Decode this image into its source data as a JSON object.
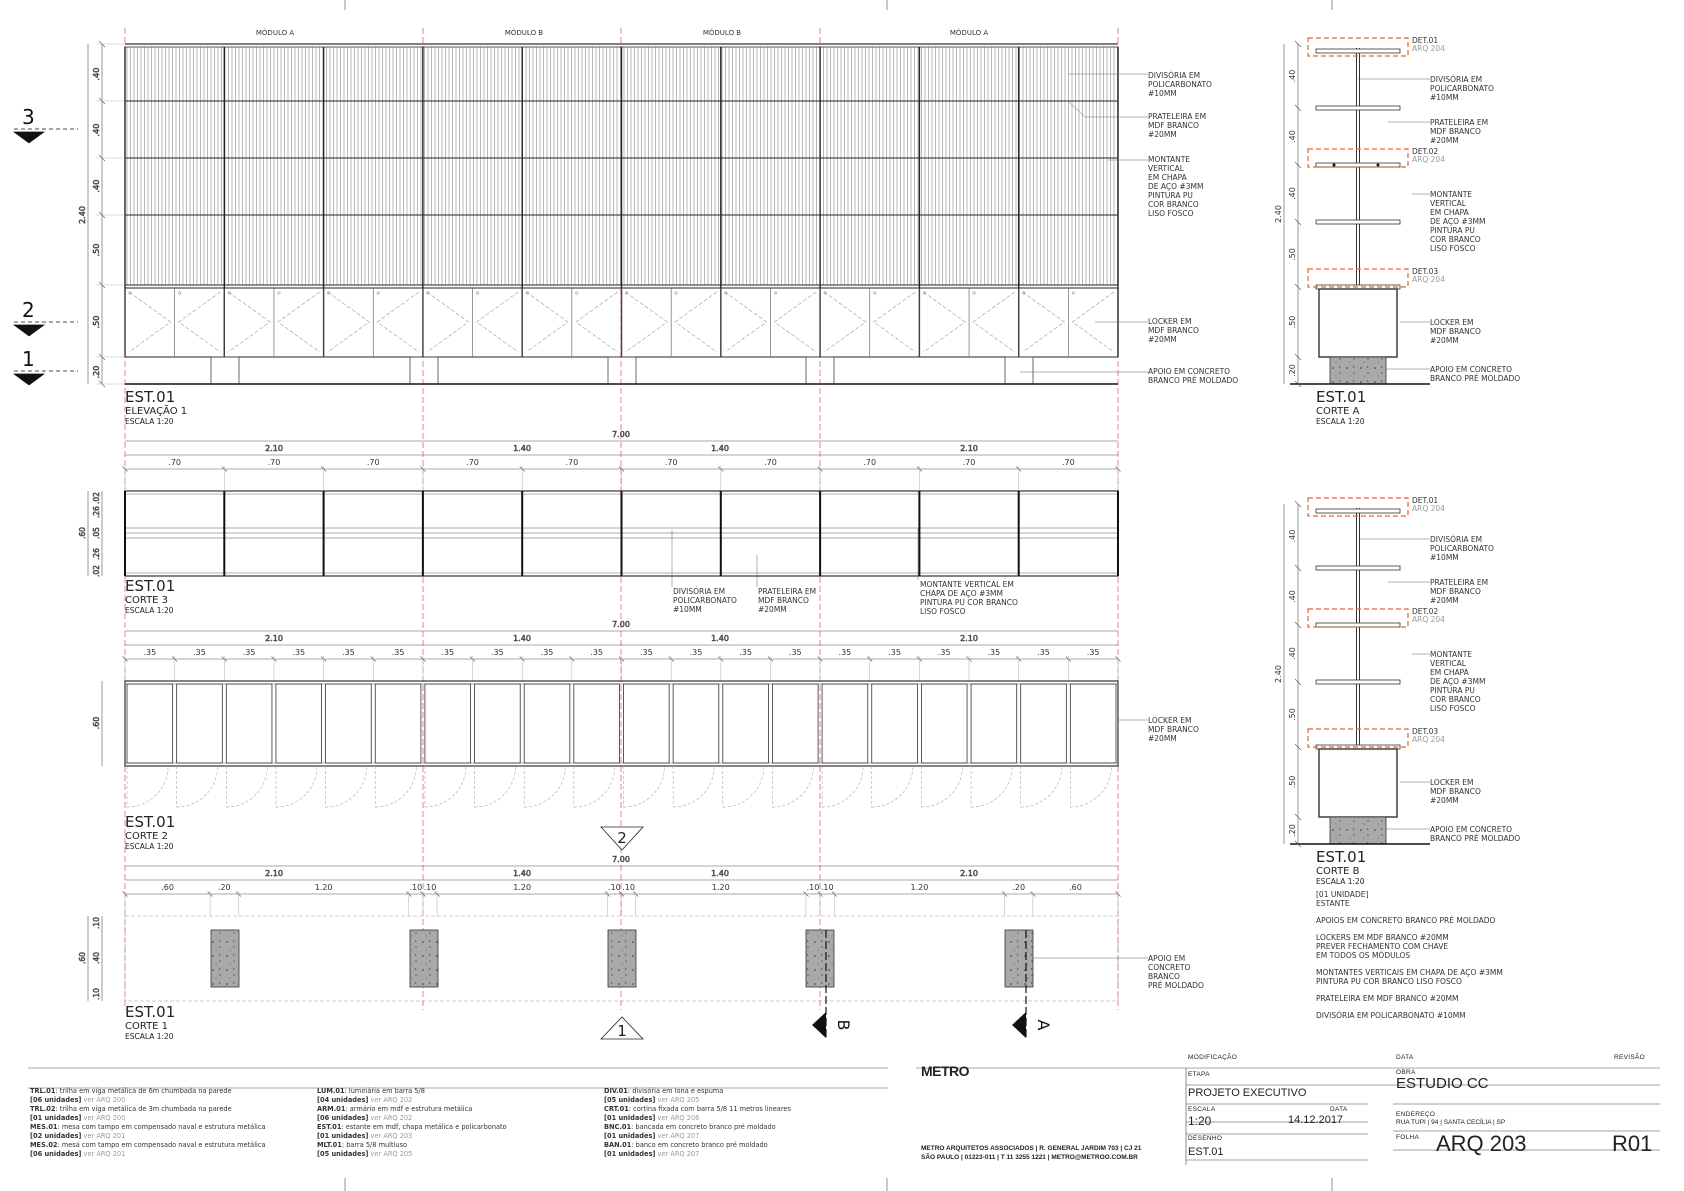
{
  "sheet": {
    "modules": [
      "MÓDULO A",
      "MÓDULO B",
      "MÓDULO B",
      "MÓDULO A"
    ],
    "level_markers": [
      "3",
      "2",
      "1"
    ],
    "section_markers": [
      "2",
      "1",
      "B",
      "A"
    ]
  },
  "drawings": {
    "elev1": {
      "code": "EST.01",
      "name": "ELEVAÇÃO 1",
      "scale": "ESCALA 1:20"
    },
    "corte3": {
      "code": "EST.01",
      "name": "CORTE 3",
      "scale": "ESCALA 1:20"
    },
    "corte2": {
      "code": "EST.01",
      "name": "CORTE 2",
      "scale": "ESCALA 1:20"
    },
    "corte1": {
      "code": "EST.01",
      "name": "CORTE 1",
      "scale": "ESCALA 1:20"
    },
    "corteA": {
      "code": "EST.01",
      "name": "CORTE A",
      "scale": "ESCALA 1:20"
    },
    "corteB": {
      "code": "EST.01",
      "name": "CORTE B",
      "scale": "ESCALA 1:20"
    }
  },
  "dims": {
    "elev_vertical": [
      ".40",
      ".40",
      ".40",
      ".50",
      ".50",
      ".20"
    ],
    "elev_total": "2.40",
    "total": "7.00",
    "modules_width": [
      "2.10",
      "1.40",
      "1.40",
      "2.10"
    ],
    "c3_sub": [
      ".70",
      ".70",
      ".70",
      ".70",
      ".70",
      ".70",
      ".70",
      ".70",
      ".70",
      ".70"
    ],
    "c3_vertical": [
      ".02",
      ".26",
      ".05",
      ".26",
      ".02"
    ],
    "c3_total": ".60",
    "c2_sub": [
      ".35",
      ".35",
      ".35",
      ".35",
      ".35",
      ".35",
      ".35",
      ".35",
      ".35",
      ".35",
      ".35",
      ".35",
      ".35",
      ".35",
      ".35",
      ".35",
      ".35",
      ".35",
      ".35",
      ".35"
    ],
    "c2_height": ".60",
    "c1_sub": [
      ".60",
      ".20",
      "1.20",
      ".10",
      ".10",
      "1.20",
      ".10",
      ".10",
      "1.20",
      ".10",
      ".10",
      "1.20",
      ".20",
      ".60"
    ],
    "c1_vertical": [
      ".10",
      ".40",
      ".10"
    ],
    "c1_total": ".60",
    "section_vertical": [
      ".40",
      ".40",
      ".40",
      ".50",
      ".50",
      ".20"
    ],
    "section_total": "2.40"
  },
  "annotations": {
    "divisoria": [
      "DIVISÓRIA EM",
      "POLICARBONATO",
      "#10MM"
    ],
    "prateleira": [
      "PRATELEIRA EM",
      "MDF BRANCO",
      "#20MM"
    ],
    "montante": [
      "MONTANTE",
      "VERTICAL",
      "EM CHAPA",
      "DE AÇO #3MM",
      "PINTURA PU",
      "COR BRANCO",
      "LISO FOSCO"
    ],
    "locker": [
      "LOCKER EM",
      "MDF BRANCO",
      "#20MM"
    ],
    "apoio": [
      "APOIO EM CONCRETO",
      "BRANCO PRÉ MOLDADO"
    ],
    "apoio_c1": [
      "APOIO EM",
      "CONCRETO",
      "BRANCO",
      "PRÉ MOLDADO"
    ],
    "montante_c3": [
      "MONTANTE VERTICAL EM",
      "CHAPA DE AÇO #3MM",
      "PINTURA PU COR BRANCO",
      "LISO FOSCO"
    ],
    "det01": "DET.01",
    "det02": "DET.02",
    "det03": "DET.03",
    "arq204": "ARQ 204"
  },
  "notes": {
    "unit": "[01 UNIDADE]",
    "item": "ESTANTE",
    "lines": [
      "APOIOS EM CONCRETO BRANCO PRÉ MOLDADO",
      "LOCKERS EM MDF BRANCO #20MM",
      "PREVER FECHAMENTO COM CHAVE",
      "EM TODOS OS MÓDULOS",
      "MONTANTES VERTICAIS EM CHAPA DE AÇO #3MM",
      "PINTURA PU COR BRANCO LISO FOSCO",
      "PRATELEIRA EM MDF BRANCO #20MM",
      "DIVISÓRIA EM POLICARBONATO #10MM"
    ]
  },
  "legend": {
    "col1": [
      {
        "code": "TRL.01",
        "desc": "trilha em viga metálica de 6m chumbada na parede",
        "qty": "[06 unidades]",
        "ref": "ver ARQ 200"
      },
      {
        "code": "TRL.02",
        "desc": "trilha em viga metálica de 3m chumbada na parede",
        "qty": "[01 unidades]",
        "ref": "ver ARQ 200"
      },
      {
        "code": "MES.01",
        "desc": "mesa com tampo em compensado naval e estrutura metálica",
        "qty": "[02 unidades]",
        "ref": "ver ARQ 201"
      },
      {
        "code": "MES.02",
        "desc": "mesa com tampo em compensado naval e estrutura metálica",
        "qty": "[06 unidades]",
        "ref": "ver ARQ 201"
      }
    ],
    "col2": [
      {
        "code": "LUM.01",
        "desc": "luminária em barra 5/8",
        "qty": "[04 unidades]",
        "ref": "ver ARQ 202"
      },
      {
        "code": "ARM.01",
        "desc": "armário em mdf e estrutura metálica",
        "qty": "[06 unidades]",
        "ref": "ver ARQ 202"
      },
      {
        "code": "EST.01",
        "desc": "estante em mdf, chapa metálica e policarbonato",
        "qty": "[01 unidades]",
        "ref": "ver ARQ 203"
      },
      {
        "code": "MLT.01",
        "desc": "barra 5/8 multiuso",
        "qty": "[05 unidades]",
        "ref": "ver ARQ 205"
      }
    ],
    "col3": [
      {
        "code": "DIV.01",
        "desc": "divisória em lona e espuma",
        "qty": "[05 unidades]",
        "ref": "ver ARQ 205"
      },
      {
        "code": "CRT.01",
        "desc": "cortina fixada com barra 5/8  11 metros lineares",
        "qty": "[01 unidades]",
        "ref": "ver ARQ 206"
      },
      {
        "code": "BNC.01",
        "desc": "bancada em concreto branco pré moldado",
        "qty": "[01 unidades]",
        "ref": "ver ARQ 207"
      },
      {
        "code": "BAN.01",
        "desc": "banco em concreto branco pré moldado",
        "qty": "[01 unidades]",
        "ref": "ver ARQ 207"
      }
    ]
  },
  "title_block": {
    "logo": "METRO",
    "office": "METRO ARQUITETOS ASSOCIADOS | R. GENERAL JARDIM 703 | CJ 21",
    "office2": "SÃO PAULO | 01223-011 | T 11 3255 1221 | METRO@METROO.COM.BR",
    "modificacao_label": "MODIFICAÇÃO",
    "data_label": "DATA",
    "revisao_label": "REVISÃO",
    "etapa_label": "ETAPA",
    "etapa": "PROJETO EXECUTIVO",
    "escala_label": "ESCALA",
    "escala": "1:20",
    "data_label2": "DATA",
    "data": "14.12.2017",
    "desenho_label": "DESENHO",
    "desenho": "EST.01",
    "obra_label": "OBRA",
    "obra": "ESTUDIO CC",
    "endereco_label": "ENDEREÇO",
    "endereco": "RUA TUPI | 94 | SANTA CECÍLIA | SP",
    "folha_label": "FOLHA",
    "folha": "ARQ 203",
    "revisao": "R01"
  }
}
